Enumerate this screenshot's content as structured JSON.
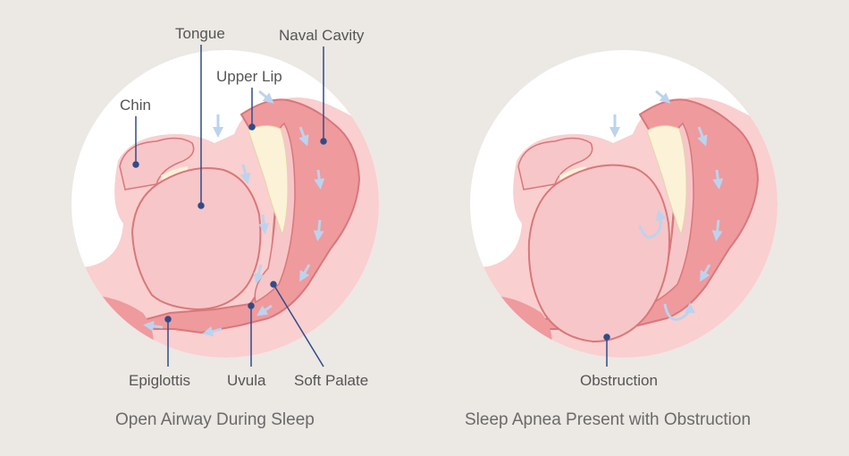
{
  "colors": {
    "background": "#ece8e4",
    "circle": "#ffffff",
    "flesh_outer": "#f9cfcf",
    "airway": "#ef9a9d",
    "airway_edge": "#d9777b",
    "tongue": "#f7c6c8",
    "bone": "#fbf2d8",
    "arrow": "#bcd3ee",
    "label_line": "#2f4c88",
    "label_text": "#555555"
  },
  "left_panel": {
    "caption": "Open Airway During Sleep",
    "labels": {
      "tongue": "Tongue",
      "naval_cavity": "Naval Cavity",
      "upper_lip": "Upper Lip",
      "chin": "Chin",
      "epiglottis": "Epiglottis",
      "uvula": "Uvula",
      "soft_palate": "Soft Palate"
    }
  },
  "right_panel": {
    "caption": "Sleep Apnea Present with Obstruction",
    "labels": {
      "obstruction": "Obstruction"
    }
  },
  "icons": [
    "airflow-arrow-icon",
    "curved-airflow-arrow-icon"
  ]
}
